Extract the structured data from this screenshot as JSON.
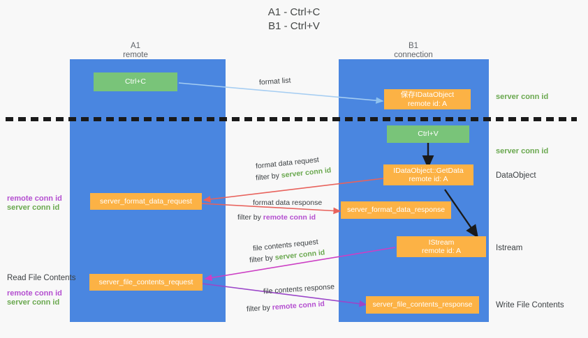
{
  "title": {
    "line1": "A1 - Ctrl+C",
    "line2": "B1 - Ctrl+V"
  },
  "columns": [
    {
      "name": "A1",
      "sub": "remote"
    },
    {
      "name": "B1",
      "sub": "connection"
    }
  ],
  "boxes": {
    "ctrl_c": {
      "line1": "Ctrl+C",
      "line2": "",
      "color": "#79c479"
    },
    "save_idataobject": {
      "line1": "保存IDataObject",
      "line2": "remote id: A",
      "color": "#fcb245"
    },
    "ctrl_v": {
      "line1": "Ctrl+V",
      "line2": "",
      "color": "#79c479"
    },
    "idataobject_getdata": {
      "line1": "IDataObject::GetData",
      "line2": "remote id: A",
      "color": "#fcb245"
    },
    "server_format_data_request": {
      "line1": "server_format_data_request",
      "line2": "",
      "color": "#fcb245"
    },
    "server_format_data_response": {
      "line1": "server_format_data_response",
      "line2": "",
      "color": "#fcb245"
    },
    "istream": {
      "line1": "IStream",
      "line2": "remote id: A",
      "color": "#fcb245"
    },
    "server_file_contents_request": {
      "line1": "server_file_contents_request",
      "line2": "",
      "color": "#fcb245"
    },
    "server_file_contents_response": {
      "line1": "server_file_contents_response",
      "line2": "",
      "color": "#fcb245"
    }
  },
  "mid_labels": {
    "format_list": "format list",
    "format_data_request": "format data request",
    "format_data_request_filter_prefix": "filter by ",
    "format_data_request_filter_value": "server conn id",
    "format_data_response": "format data response",
    "format_data_response_filter_prefix": "filter by ",
    "format_data_response_filter_value": "remote conn id",
    "file_contents_request": "file contents request",
    "file_contents_request_filter_prefix": "filter by ",
    "file_contents_request_filter_value": "server conn id",
    "file_contents_response": "file contents response",
    "file_contents_response_filter_prefix": "filter by ",
    "file_contents_response_filter_value": "remote conn id"
  },
  "side_labels": {
    "right_server_conn_id_top": "server conn id",
    "right_server_conn_id_mid": "server conn id",
    "right_dataobject": "DataObject",
    "right_istream": "Istream",
    "right_write_file_contents": "Write File Contents",
    "left_remote_conn_id_1": "remote conn id",
    "left_server_conn_id_1": "server conn id",
    "left_read_file_contents": "Read File Contents",
    "left_remote_conn_id_2": "remote conn id",
    "left_server_conn_id_2": "server conn id"
  },
  "colors": {
    "lane": "#4a86e0",
    "green_box": "#79c479",
    "orange_box": "#fcb245",
    "green_text": "#6aa84f",
    "purple_text": "#b44fd0",
    "arrow_light_blue": "#a5cdf2",
    "arrow_red": "#e8625c",
    "arrow_magenta": "#cc3fc4",
    "arrow_purple": "#9b46c9",
    "arrow_black": "#1a1a1a",
    "background": "#f8f8f8"
  }
}
